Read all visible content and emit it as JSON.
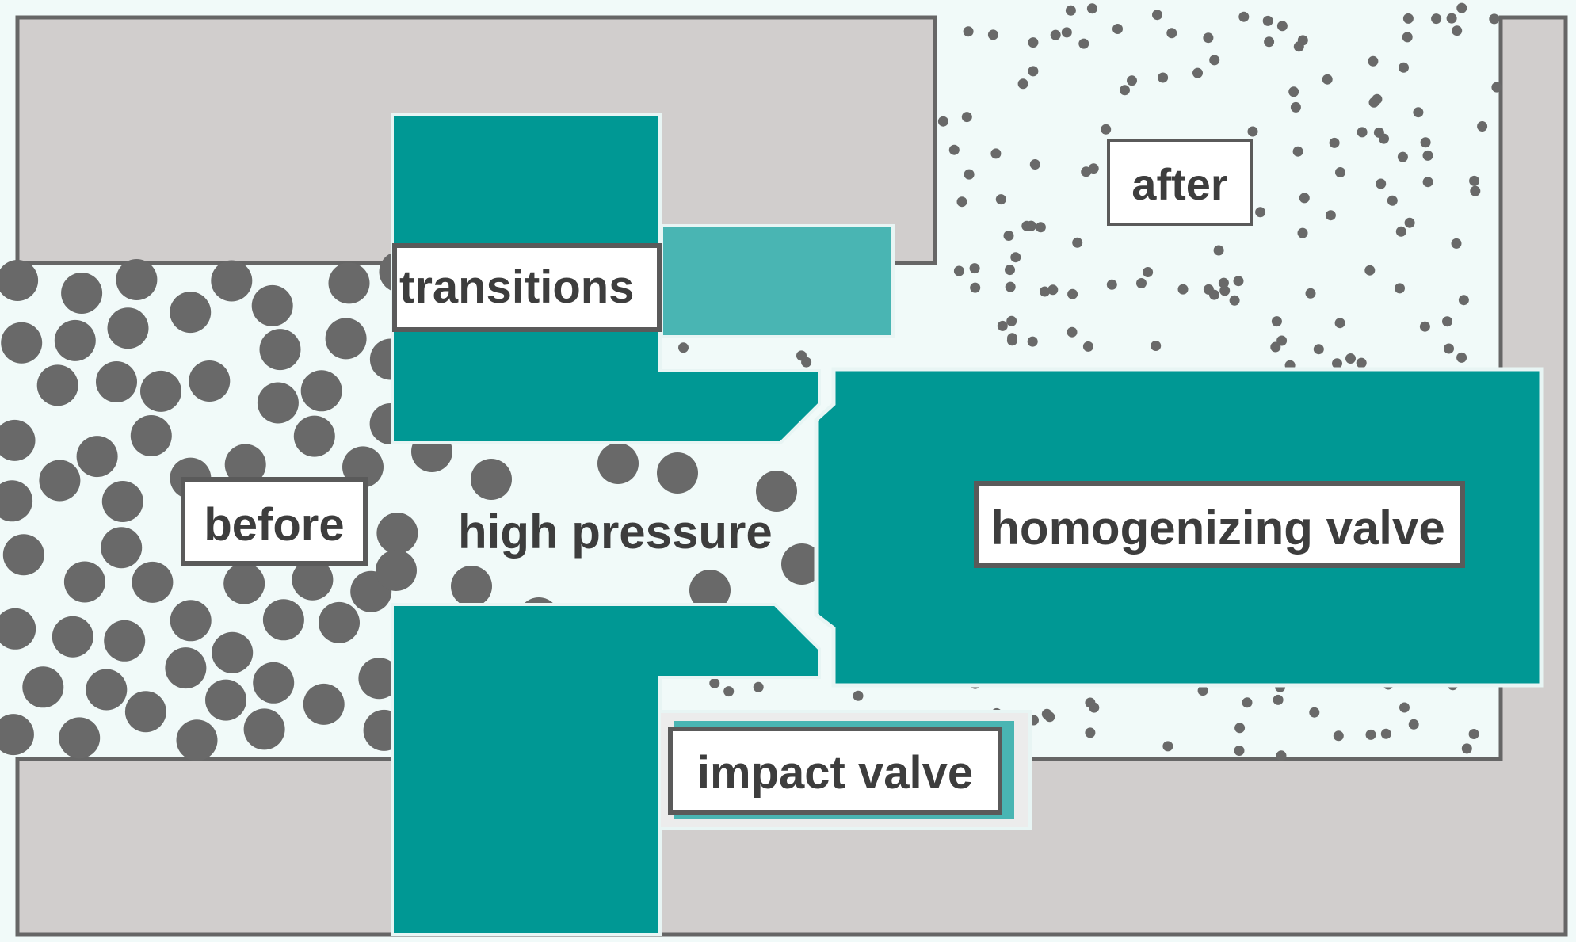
{
  "labels": {
    "transitions": "transitions",
    "after": "after",
    "before": "before",
    "high_pressure": "high pressure",
    "homogenizing_valve": "homogenizing valve",
    "impact_valve": "impact valve"
  },
  "colors": {
    "background": "#f1faf9",
    "housing": "#d1cecd",
    "housing_outline": "#666666",
    "valve": "#009894",
    "valve_light": "#49b5b3",
    "particle": "#696969",
    "label_fill": "#ffffff",
    "label_border": "#5a5a5a",
    "text": "#3d3d3d"
  }
}
